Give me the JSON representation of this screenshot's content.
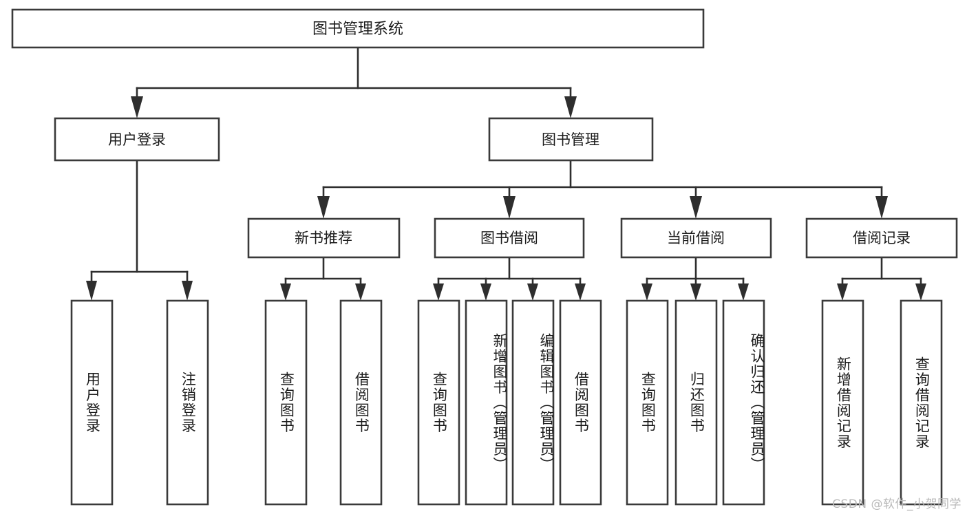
{
  "diagram": {
    "title": "图书管理系统",
    "type": "tree",
    "watermark": "CSDN @软件_小贺同学",
    "levels": {
      "root": {
        "label": "图书管理系统"
      },
      "level2": [
        {
          "label": "用户登录"
        },
        {
          "label": "图书管理"
        }
      ],
      "level3": [
        {
          "label": "新书推荐"
        },
        {
          "label": "图书借阅"
        },
        {
          "label": "当前借阅"
        },
        {
          "label": "借阅记录"
        }
      ],
      "leaves": {
        "user_login": [
          {
            "label": "用户登录"
          },
          {
            "label": "注销登录"
          }
        ],
        "new_book_recommend": [
          {
            "label": "查询图书"
          },
          {
            "label": "借阅图书"
          }
        ],
        "book_borrow": [
          {
            "label": "查询图书"
          },
          {
            "label": "新增图书（管理员）"
          },
          {
            "label": "编辑图书（管理员）"
          },
          {
            "label": "借阅图书"
          }
        ],
        "current_borrow": [
          {
            "label": "查询图书"
          },
          {
            "label": "归还图书"
          },
          {
            "label": "确认归还（管理员）"
          }
        ],
        "borrow_record": [
          {
            "label": "新增借阅记录"
          },
          {
            "label": "查询借阅记录"
          }
        ]
      }
    },
    "colors": {
      "box_stroke": "#3a3a3a",
      "connector": "#2e2e2e",
      "background": "#ffffff",
      "text": "#1c1c1c",
      "watermark": "#b9b9b9"
    }
  }
}
